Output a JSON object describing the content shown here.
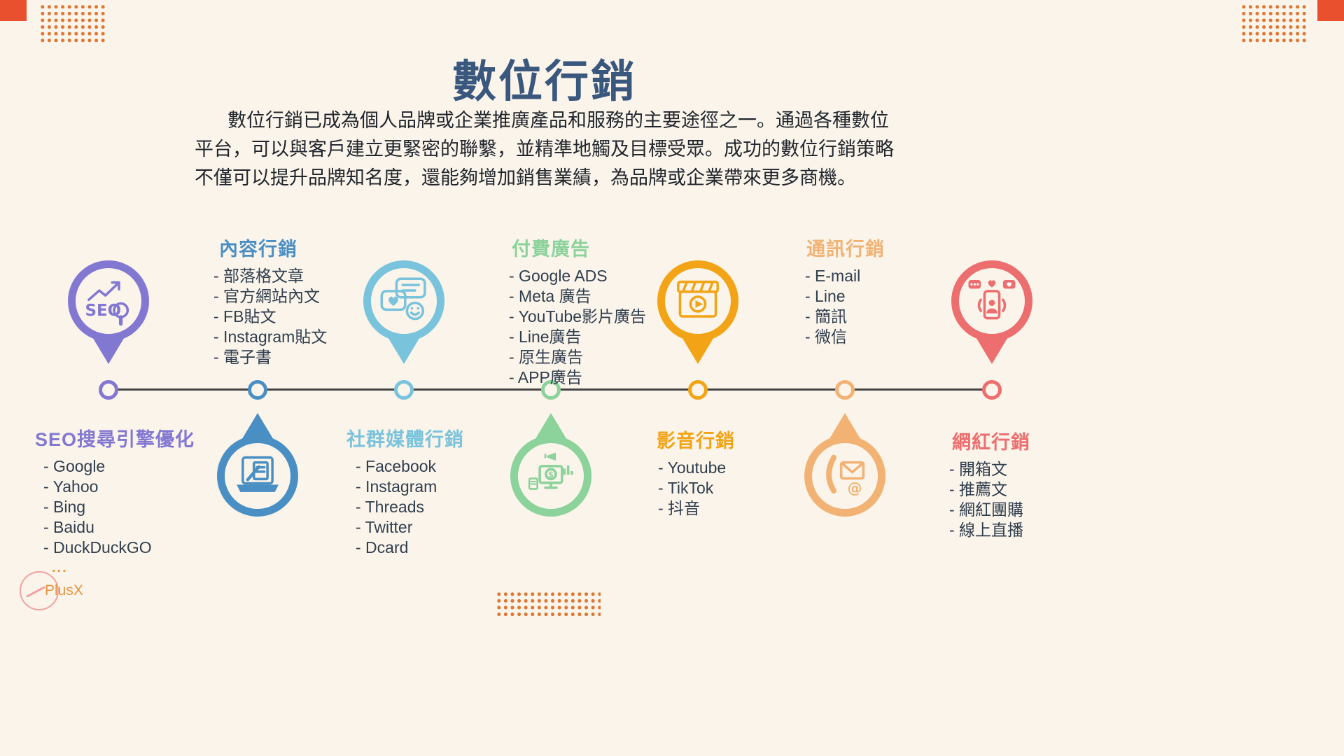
{
  "title": "數位行銷",
  "intro": [
    "數位行銷已成為個人品牌或企業推廣產品和服務的主要途徑之一。通過各種數位",
    "平台，可以與客戶建立更緊密的聯繫，並精準地觸及目標受眾。成功的數位行銷策略",
    "不僅可以提升品牌知名度，還能夠增加銷售業績，為品牌或企業帶來更多商機。"
  ],
  "colors": {
    "background": "#FBF4EA",
    "title_color": "#3A577E",
    "text": "#2F3E4E",
    "line": "#454545",
    "dots": "#DD7733",
    "corner_square": "#E8502E"
  },
  "columns": [
    {
      "title": "SEO搜尋引擎優化",
      "accent": "#8278D2",
      "icon": "seo-icon",
      "items": [
        "- Google",
        "- Yahoo",
        "- Bing",
        "- Baidu",
        "- DuckDuckGO"
      ]
    },
    {
      "title": "內容行銷",
      "accent": "#4A8FC4",
      "icon": "laptop-writing-icon",
      "items": [
        "- 部落格文章",
        "- 官方網站內文",
        "- FB貼文",
        "- Instagram貼文",
        "- 電子書"
      ]
    },
    {
      "title": "社群媒體行銷",
      "accent": "#79C3DC",
      "icon": "chat-bubbles-icon",
      "items": [
        "- Facebook",
        "- Instagram",
        "- Threads",
        "- Twitter",
        "- Dcard"
      ]
    },
    {
      "title": "付費廣告",
      "accent": "#8BD29B",
      "icon": "ads-screen-icon",
      "items": [
        "- Google ADS",
        "- Meta 廣告",
        "- YouTube影片廣告",
        "- Line廣告",
        "- 原生廣告",
        "- APP廣告"
      ]
    },
    {
      "title": "影音行銷",
      "accent": "#F2A416",
      "icon": "clapperboard-icon",
      "items": [
        "- Youtube",
        "- TikTok",
        "- 抖音"
      ]
    },
    {
      "title": "通訊行銷",
      "accent": "#F2B274",
      "icon": "phone-mail-icon",
      "items": [
        "- E-mail",
        "- Line",
        "- 簡訊",
        "- 微信"
      ]
    },
    {
      "title": "網紅行銷",
      "accent": "#ED6E6E",
      "icon": "influencer-phone-icon",
      "items": [
        "- 開箱文",
        "- 推薦文",
        "- 網紅團購",
        "- 線上直播"
      ]
    }
  ],
  "logo": {
    "dots": "...",
    "text": "PlusX",
    "color": "#E8953F"
  }
}
